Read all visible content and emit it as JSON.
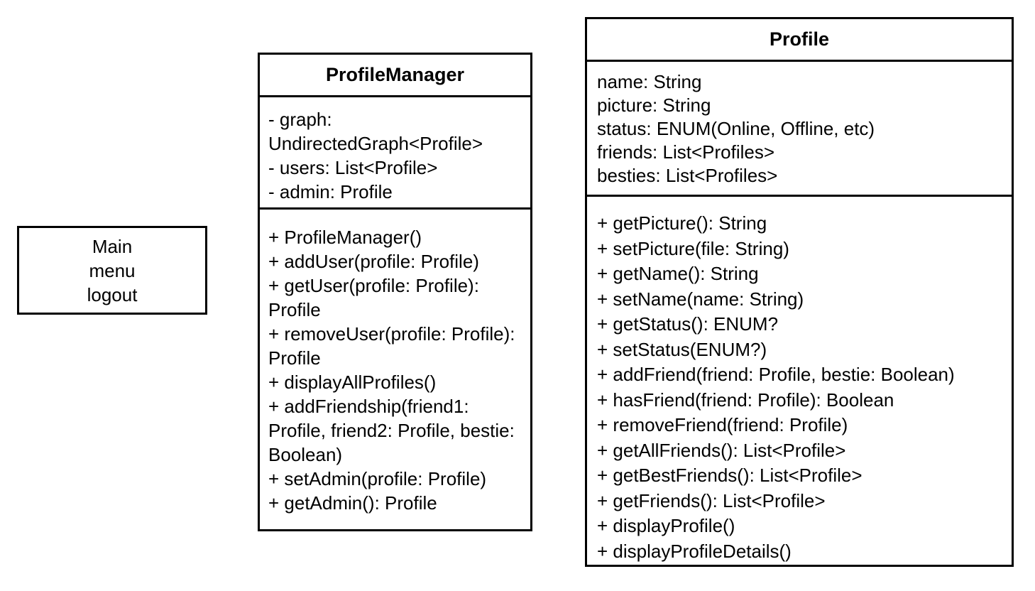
{
  "diagram": {
    "type": "uml-class-diagram",
    "background_color": "#ffffff",
    "line_color": "#000000",
    "text_color": "#000000"
  },
  "main_menu_note": {
    "lines": [
      "Main",
      "menu",
      "logout"
    ]
  },
  "profile_manager": {
    "title": "ProfileManager",
    "attributes": [
      "- graph: UndirectedGraph<Profile>",
      "- users: List<Profile>",
      "- admin: Profile"
    ],
    "methods": [
      "+ ProfileManager()",
      "+ addUser(profile: Profile)",
      "+ getUser(profile: Profile): Profile",
      "+ removeUser(profile: Profile): Profile",
      "+ displayAllProfiles()",
      "+ addFriendship(friend1: Profile, friend2: Profile, bestie: Boolean)",
      "+ setAdmin(profile: Profile)",
      "+ getAdmin(): Profile"
    ]
  },
  "profile": {
    "title": "Profile",
    "attributes": [
      "name: String",
      "picture: String",
      "status: ENUM(Online, Offline, etc)",
      "friends: List<Profiles>",
      "besties: List<Profiles>"
    ],
    "methods": [
      "+ getPicture(): String",
      "+ setPicture(file: String)",
      "+ getName(): String",
      "+ setName(name: String)",
      "+ getStatus(): ENUM?",
      "+ setStatus(ENUM?)",
      "+ addFriend(friend: Profile, bestie: Boolean)",
      "+ hasFriend(friend: Profile): Boolean",
      "+ removeFriend(friend: Profile)",
      "+ getAllFriends(): List<Profile>",
      "+ getBestFriends(): List<Profile>",
      "+ getFriends(): List<Profile>",
      "+ displayProfile()",
      "+ displayProfileDetails()"
    ]
  }
}
